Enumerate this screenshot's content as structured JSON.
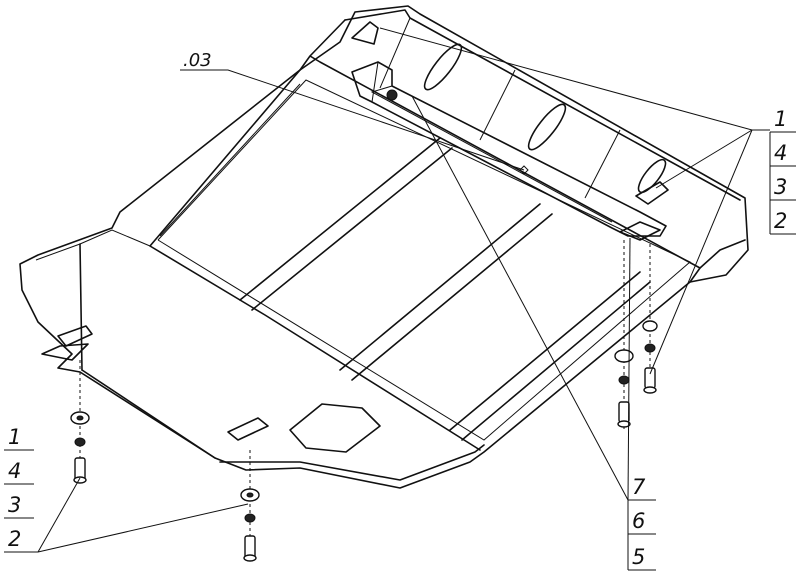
{
  "drawing": {
    "code_label": ".03",
    "callout_right_top": [
      "1",
      "4",
      "3",
      "2"
    ],
    "callout_right_bottom": [
      "7",
      "6",
      "5"
    ],
    "callout_left": [
      "1",
      "4",
      "3",
      "2"
    ]
  }
}
